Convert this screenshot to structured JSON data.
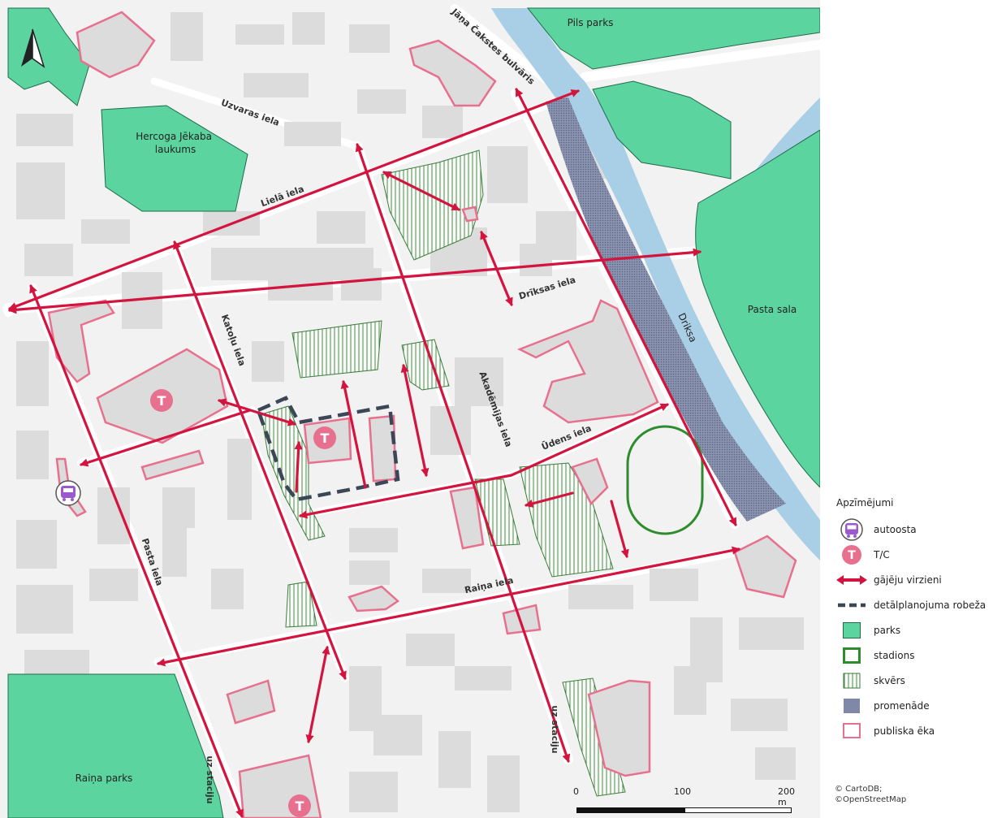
{
  "north_arrow": {
    "icon": "north-arrow-icon"
  },
  "areas": {
    "pils_parks": "Pils parks",
    "hercoga": "Hercoga Jēkaba\nlaukums",
    "pasta_sala": "Pasta sala",
    "rainas_parks": "Raiņa parks",
    "driksa": "Driksa"
  },
  "streets": {
    "janis": "Jāņa Čakstes bulvāris",
    "uzvaras": "Uzvaras iela",
    "liela": "Lielā iela",
    "driksas": "Drīksas iela",
    "katolu": "Katoļu iela",
    "akademijas": "Akadēmijas iela",
    "udens": "Ūdens iela",
    "pasta": "Pasta iela",
    "raina": "Raiņa iela",
    "uz_stacij_1": "uz staciju",
    "uz_stacij_2": "uz staciju"
  },
  "legend": {
    "title": "Apzīmējumi",
    "items": [
      {
        "label": "autoosta",
        "icon": "bus-icon"
      },
      {
        "label": "T/C",
        "icon": "shopping-center-icon"
      },
      {
        "label": "gājēju virzieni",
        "icon": "pedestrian-arrow-icon"
      },
      {
        "label": "detālplanojuma robeža",
        "icon": "dashed-boundary-icon"
      },
      {
        "label": "parks",
        "icon": "park-swatch-icon"
      },
      {
        "label": "stadions",
        "icon": "stadium-swatch-icon"
      },
      {
        "label": "skvērs",
        "icon": "square-swatch-icon"
      },
      {
        "label": "promenāde",
        "icon": "promenade-swatch-icon"
      },
      {
        "label": "publiska ēka",
        "icon": "public-building-swatch-icon"
      }
    ]
  },
  "scale": {
    "t0": "0",
    "t1": "100",
    "t2": "200 m"
  },
  "credit": {
    "line1": "© CartoDB;",
    "line2": "©OpenStreetMap"
  },
  "colors": {
    "background": "#f2f2f2",
    "road": "#ffffff",
    "building": "#dcdcdc",
    "park": "#5bd49f",
    "water": "#a9cfe6",
    "promenade": "#7f88a6",
    "arrow": "#d3143f",
    "boundary": "#3b4756",
    "public_building": "#e8708f",
    "stadium": "#2e8b2e",
    "square_hatch": "#3a7d3a"
  }
}
